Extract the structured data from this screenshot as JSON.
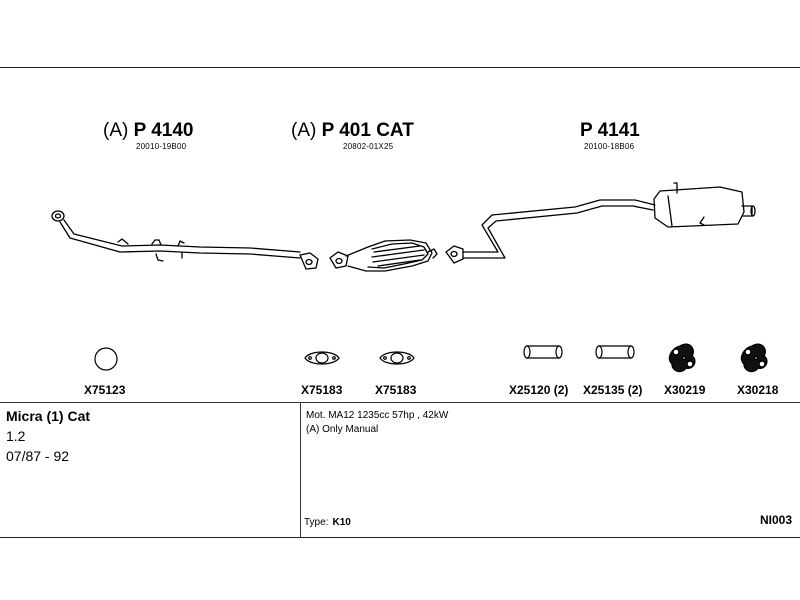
{
  "parts": [
    {
      "prefix": "(A)",
      "name": "P 4140",
      "sub": "20010-19B00"
    },
    {
      "prefix": "(A)",
      "name": "P 401 CAT",
      "sub": "20802-01X25"
    },
    {
      "prefix": "",
      "name": "P 4141",
      "sub": "20100-18B06"
    }
  ],
  "accessories": [
    {
      "label": "X75123",
      "icon": "ring-icon"
    },
    {
      "label": "X75183",
      "icon": "flange-gasket-icon"
    },
    {
      "label": "X75183",
      "icon": "flange-gasket-icon"
    },
    {
      "label": "X25120 (2)",
      "icon": "sleeve-icon"
    },
    {
      "label": "X25135 (2)",
      "icon": "sleeve-icon"
    },
    {
      "label": "X30219",
      "icon": "rubber-hanger-icon"
    },
    {
      "label": "X30218",
      "icon": "rubber-hanger-icon"
    }
  ],
  "vehicle": {
    "model": "Micra (1) Cat",
    "engine": "1.2",
    "years": "07/87 - 92"
  },
  "notes": {
    "motor": "Mot. MA12 1235cc 57hp , 42kW",
    "manual": "(A) Only Manual",
    "type_label": "Type:",
    "type_value": "K10",
    "code": "NI003"
  }
}
